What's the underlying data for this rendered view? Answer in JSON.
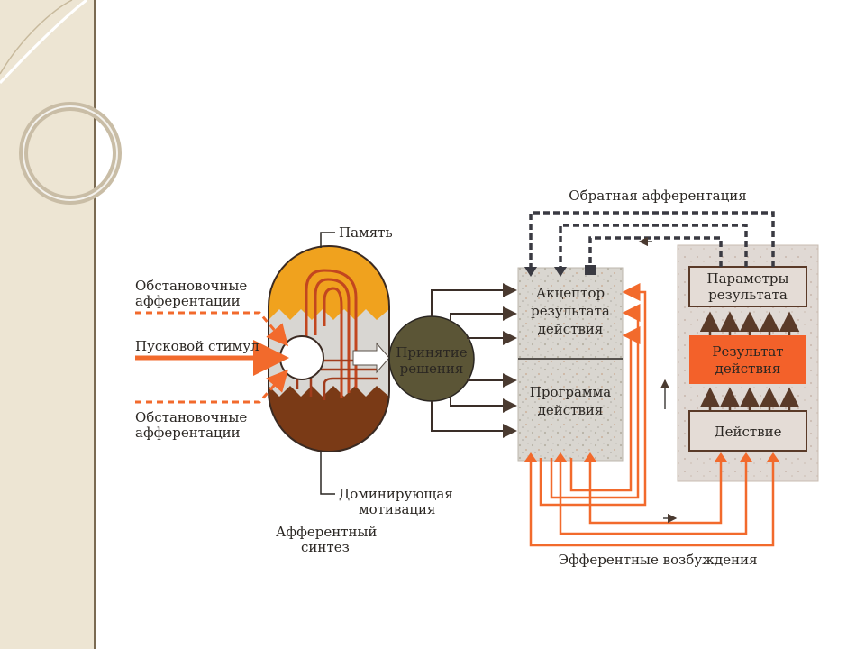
{
  "labels": {
    "memory": "Память",
    "situational_top": [
      "Обстановочные",
      "афферентации"
    ],
    "trigger": "Пусковой стимул",
    "situational_bottom": [
      "Обстановочные",
      "афферентации"
    ],
    "motivation": [
      "Доминирующая",
      "мотивация"
    ],
    "afferent_synthesis": [
      "Афферентный",
      "синтез"
    ],
    "decision": [
      "Принятие",
      "решения"
    ],
    "acceptor": [
      "Акцептор",
      "результата",
      "действия"
    ],
    "program": [
      "Программа",
      "действия"
    ],
    "feedback": "Обратная афферентация",
    "params": [
      "Параметры",
      "результата"
    ],
    "result": [
      "Результат",
      "действия"
    ],
    "action": "Действие",
    "efferent": "Эфферентные возбуждения"
  },
  "colors": {
    "orange": "#f26a2c",
    "dark_brown": "#5a3a28",
    "olive": "#5b5536",
    "gray_dashed": "#3a3a42",
    "sidebar": "#ede5d3"
  }
}
